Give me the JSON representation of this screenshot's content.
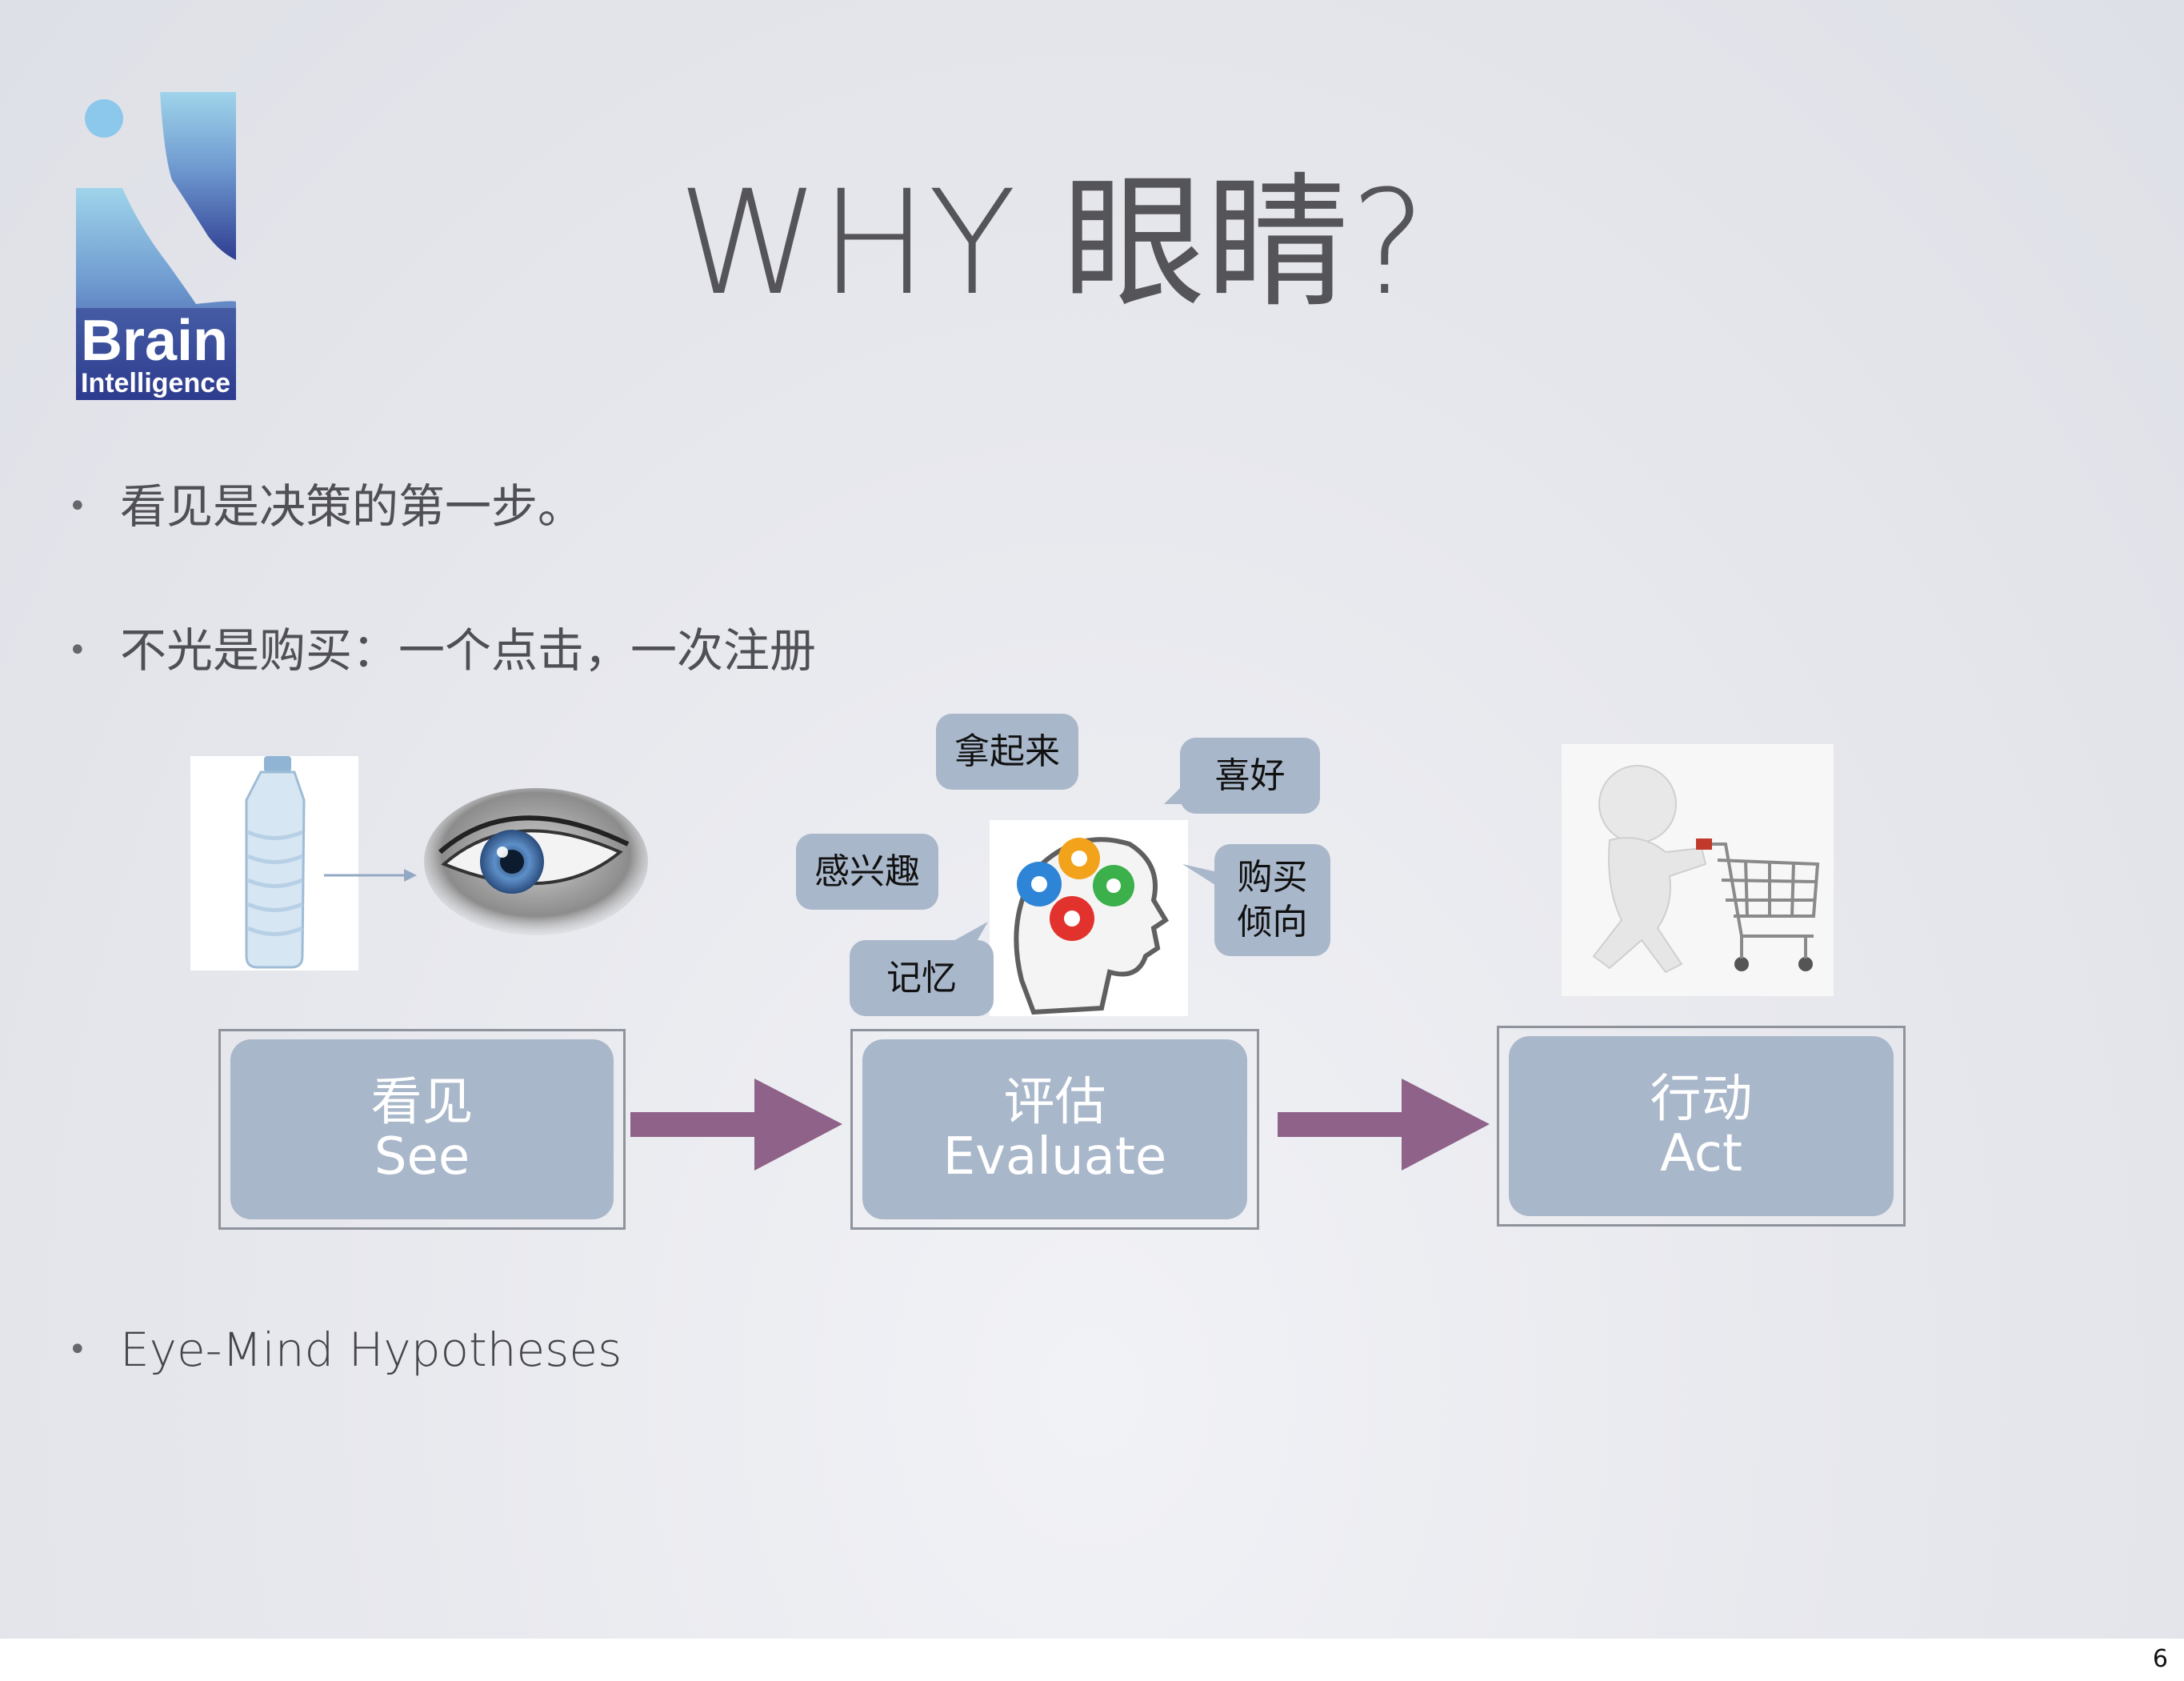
{
  "slide": {
    "title": "WHY 眼睛?",
    "logo": {
      "word1": "Brain",
      "word2": "Intelligence"
    },
    "bullets": [
      "看见是决策的第一步。",
      "不光是购买：一个点击，一次注册",
      "Eye-Mind Hypotheses"
    ],
    "stages": [
      {
        "zh": "看见",
        "en": "See"
      },
      {
        "zh": "评估",
        "en": "Evaluate"
      },
      {
        "zh": "行动",
        "en": "Act"
      }
    ],
    "bubbles": {
      "pick_up": "拿起来",
      "like": "喜好",
      "interest": "感兴趣",
      "purchase_1": "购买",
      "purchase_2": "倾向",
      "memory": "记忆"
    },
    "colors": {
      "stage_fill": "#a9b7ca",
      "arrow": "#8f6289",
      "logo_blue": "#2d3a8c",
      "title": "#555559"
    },
    "icons": [
      "water-bottle-icon",
      "eye-icon",
      "gears-head-icon",
      "shopping-cart-figure-icon",
      "bullet-dot-icon",
      "arrow-right-icon"
    ],
    "page_number": "6"
  }
}
